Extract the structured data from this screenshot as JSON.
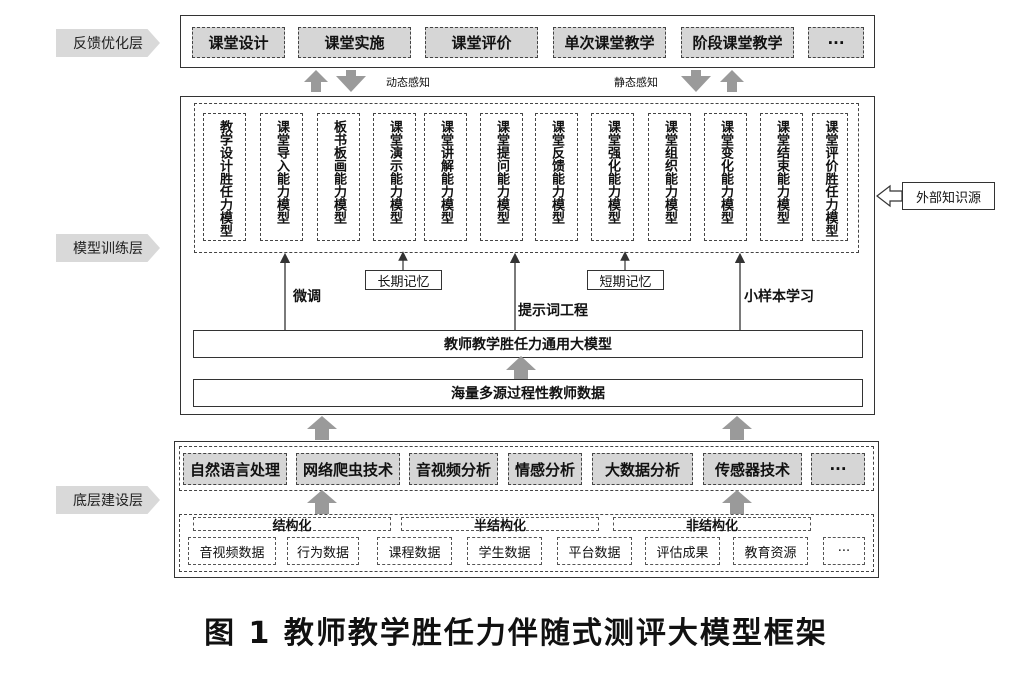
{
  "layers": {
    "feedback": "反馈优化层",
    "model": "模型训练层",
    "base": "底层建设层"
  },
  "feedback_items": [
    "课堂设计",
    "课堂实施",
    "课堂评价",
    "单次课堂教学",
    "阶段课堂教学",
    "···"
  ],
  "perception": {
    "dynamic": "动态感知",
    "static": "静态感知"
  },
  "models": [
    "教学设计胜任力模型",
    "课堂导入能力模型",
    "板书板画能力模型",
    "课堂演示能力模型",
    "课堂讲解能力模型",
    "课堂提问能力模型",
    "课堂反馈能力模型",
    "课堂强化能力模型",
    "课堂组织能力模型",
    "课堂变化能力模型",
    "课堂结束能力模型",
    "课堂评价胜任力模型"
  ],
  "external_source": "外部知识源",
  "memory": {
    "long": "长期记忆",
    "short": "短期记忆"
  },
  "methods": {
    "finetune": "微调",
    "prompt": "提示词工程",
    "fewshot": "小样本学习"
  },
  "general_model": "教师教学胜任力通用大模型",
  "data_pool": "海量多源过程性教师数据",
  "tech_items": [
    "自然语言处理",
    "网络爬虫技术",
    "音视频分析",
    "情感分析",
    "大数据分析",
    "传感器技术",
    "···"
  ],
  "structure": [
    "结构化",
    "半结构化",
    "非结构化"
  ],
  "data_items": [
    "音视频数据",
    "行为数据",
    "课程数据",
    "学生数据",
    "平台数据",
    "评估成果",
    "教育资源",
    "···"
  ],
  "caption": "图 1   教师教学胜任力伴随式测评大模型框架"
}
